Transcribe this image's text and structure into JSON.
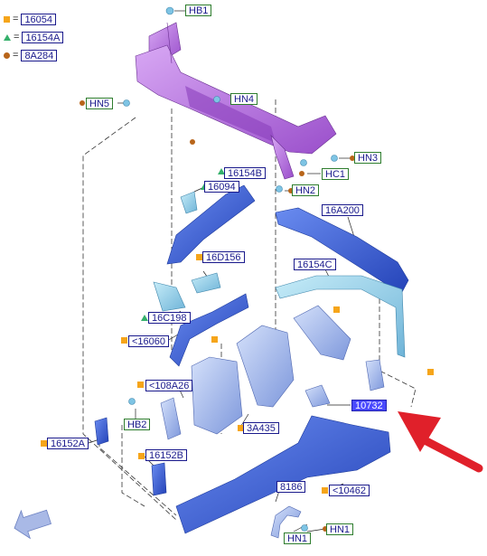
{
  "legend": [
    {
      "marker": "square",
      "color": "#f6a51a",
      "code": "16054"
    },
    {
      "marker": "triangle",
      "color": "#35b06b",
      "code": "16154A"
    },
    {
      "marker": "circle",
      "color": "#b8651a",
      "code": "8A284"
    }
  ],
  "legend_equals": "=",
  "callouts": {
    "hb1": "HB1",
    "hn5": "HN5",
    "hn4": "HN4",
    "hn3": "HN3",
    "hc1": "HC1",
    "hn2": "HN2",
    "p16154b": "16154B",
    "p16094": "16094",
    "p16a200": "16A200",
    "p16d156": "16D156",
    "p16154c": "16154C",
    "p16c198": "16C198",
    "p16060": "<16060",
    "p108a26": "<108A26",
    "p10732": "10732",
    "hb2": "HB2",
    "p3a435": "3A435",
    "p16152a": "16152A",
    "p16152b": "16152B",
    "p8186": "8186",
    "p10462": "<10462",
    "hn1a": "HN1",
    "hn1b": "HN1"
  },
  "colors": {
    "radiator_support": "#b070d8",
    "rail_blue": "#3c5fd8",
    "apron_light": "#9fb6e8",
    "cyan_parts": "#7ec4e4",
    "line": "#333333",
    "arrow": "#e0202a",
    "nav_arrow": "#a9b9e6"
  }
}
